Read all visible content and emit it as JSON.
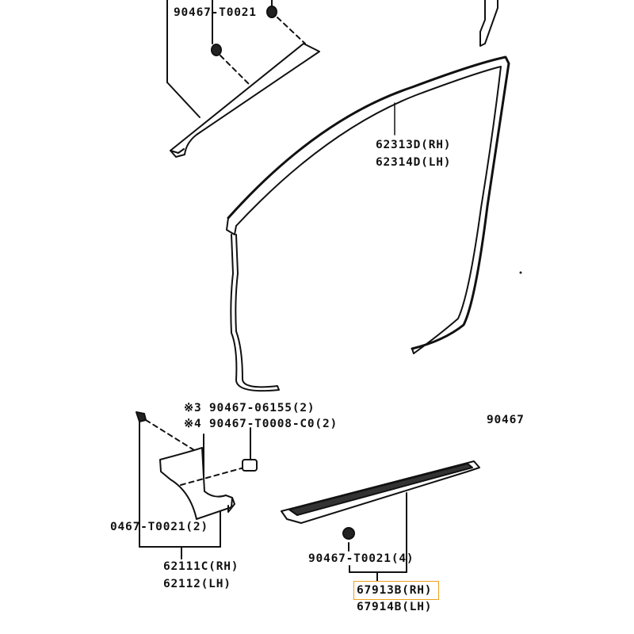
{
  "labels": {
    "top_fastener": "90467-T0021",
    "weatherstrip_rh": "62313D(RH)",
    "weatherstrip_lh": "62314D(LH)",
    "note3": "※3 90467-06155(2)",
    "note4": "※4 90467-T0008-C0(2)",
    "right_partial": "90467",
    "cowl_fastener": "0467-T0021(2)",
    "cowl_rh": "62111C(RH)",
    "cowl_lh": "62112(LH)",
    "scuff_fastener": "90467-T0021(4)",
    "scuff_rh": "67913B(RH)",
    "scuff_lh": "67914B(LH)"
  },
  "highlight_color": "#f0a020"
}
